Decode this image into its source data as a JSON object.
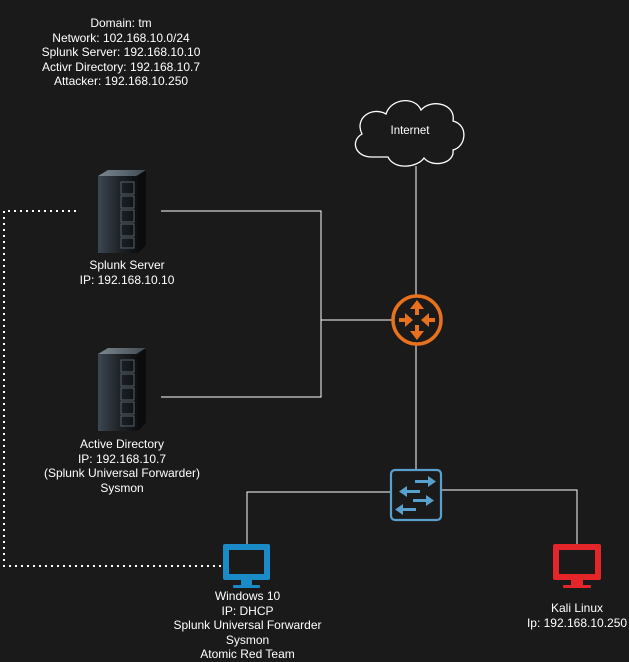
{
  "info": {
    "lines": [
      "Domain: tm",
      "Network: 102.168.10.0/24",
      "Splunk Server: 192.168.10.10",
      "Activr Directory: 192.168.10.7",
      "Attacker: 192.168.10.250"
    ]
  },
  "internet": {
    "label": "Internet"
  },
  "splunk_server": {
    "lines": [
      "Splunk Server",
      "IP: 192.168.10.10"
    ]
  },
  "active_directory": {
    "lines": [
      "Active Directory",
      "IP: 192.168.10.7",
      "(Splunk Universal Forwarder)",
      "Sysmon"
    ]
  },
  "windows10": {
    "lines": [
      "Windows 10",
      "IP: DHCP",
      "Splunk Universal Forwarder",
      "Sysmon",
      "Atomic Red Team"
    ]
  },
  "kali": {
    "lines": [
      "Kali Linux",
      "Ip: 192.168.10.250"
    ]
  },
  "colors": {
    "background": "#1a1a1a",
    "router": "#e8711d",
    "switch": "#5aa0cc",
    "windows": "#1a8bc6",
    "kali": "#e4262a",
    "line": "#ffffff"
  },
  "icons": {
    "cloud": "cloud-icon",
    "router": "router-icon",
    "switch": "switch-icon",
    "server": "server-icon",
    "monitor": "monitor-icon"
  }
}
